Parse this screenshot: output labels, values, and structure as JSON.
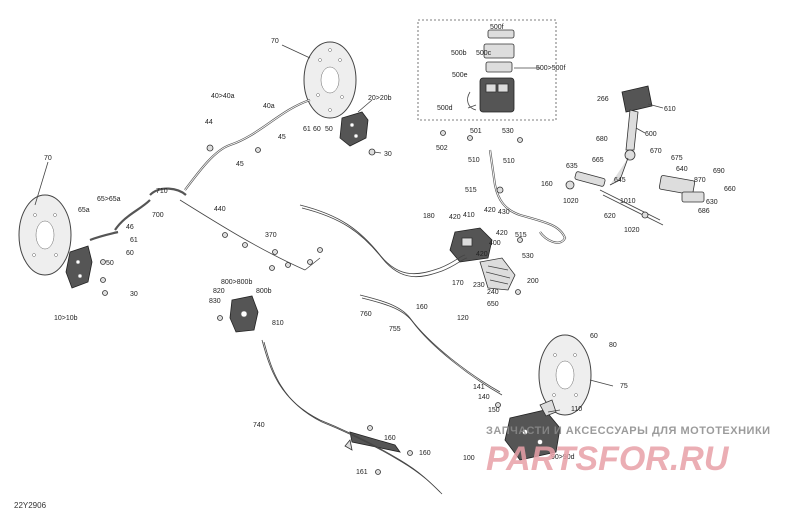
{
  "diagram": {
    "reference_code": "22Y2906",
    "watermark": {
      "tagline": "ЗАПЧАСТИ И АКСЕССУАРЫ ДЛЯ МОТОТЕХНИКИ",
      "logo": "PARTSFOR.RU",
      "color": "#e8a0a8"
    },
    "callouts": [
      {
        "id": "c70a",
        "text": "70"
      },
      {
        "id": "c70b",
        "text": "70"
      },
      {
        "id": "c40",
        "text": "40>40a"
      },
      {
        "id": "c40a",
        "text": "40a"
      },
      {
        "id": "c44",
        "text": "44"
      },
      {
        "id": "c45a",
        "text": "45"
      },
      {
        "id": "c45b",
        "text": "45"
      },
      {
        "id": "c61a",
        "text": "61"
      },
      {
        "id": "c60a",
        "text": "60"
      },
      {
        "id": "c50a",
        "text": "50"
      },
      {
        "id": "c20",
        "text": "20>20b"
      },
      {
        "id": "c30a",
        "text": "30"
      },
      {
        "id": "c65",
        "text": "65>65a"
      },
      {
        "id": "c65a",
        "text": "65a"
      },
      {
        "id": "c710",
        "text": "710"
      },
      {
        "id": "c700",
        "text": "700"
      },
      {
        "id": "c46",
        "text": "46"
      },
      {
        "id": "c61b",
        "text": "61"
      },
      {
        "id": "c60b",
        "text": "60"
      },
      {
        "id": "c50b",
        "text": "50"
      },
      {
        "id": "c30b",
        "text": "30"
      },
      {
        "id": "c10",
        "text": "10>10b"
      },
      {
        "id": "c440",
        "text": "440"
      },
      {
        "id": "c370",
        "text": "370"
      },
      {
        "id": "c500f",
        "text": "500f"
      },
      {
        "id": "c500b",
        "text": "500b"
      },
      {
        "id": "c500c",
        "text": "500c"
      },
      {
        "id": "c500e",
        "text": "500e"
      },
      {
        "id": "c500d",
        "text": "500d"
      },
      {
        "id": "c500",
        "text": "500>500f"
      },
      {
        "id": "c501",
        "text": "501"
      },
      {
        "id": "c502",
        "text": "502"
      },
      {
        "id": "c530a",
        "text": "530"
      },
      {
        "id": "c510a",
        "text": "510"
      },
      {
        "id": "c510b",
        "text": "510"
      },
      {
        "id": "c515a",
        "text": "515"
      },
      {
        "id": "c515b",
        "text": "515"
      },
      {
        "id": "c530b",
        "text": "530"
      },
      {
        "id": "c180",
        "text": "180"
      },
      {
        "id": "c420a",
        "text": "420"
      },
      {
        "id": "c410",
        "text": "410"
      },
      {
        "id": "c420b",
        "text": "420"
      },
      {
        "id": "c430",
        "text": "430"
      },
      {
        "id": "c420c",
        "text": "420"
      },
      {
        "id": "c400",
        "text": "400"
      },
      {
        "id": "c420d",
        "text": "420"
      },
      {
        "id": "c170",
        "text": "170"
      },
      {
        "id": "c230",
        "text": "230"
      },
      {
        "id": "c240",
        "text": "240"
      },
      {
        "id": "c200",
        "text": "200"
      },
      {
        "id": "c650",
        "text": "650"
      },
      {
        "id": "c266",
        "text": "266"
      },
      {
        "id": "c610",
        "text": "610"
      },
      {
        "id": "c600",
        "text": "600"
      },
      {
        "id": "c680",
        "text": "680"
      },
      {
        "id": "c670",
        "text": "670"
      },
      {
        "id": "c635",
        "text": "635"
      },
      {
        "id": "c665",
        "text": "665"
      },
      {
        "id": "c645",
        "text": "645"
      },
      {
        "id": "c675",
        "text": "675"
      },
      {
        "id": "c640",
        "text": "640"
      },
      {
        "id": "c690",
        "text": "690"
      },
      {
        "id": "c870",
        "text": "870"
      },
      {
        "id": "c660",
        "text": "660"
      },
      {
        "id": "c160a",
        "text": "160"
      },
      {
        "id": "c1020a",
        "text": "1020"
      },
      {
        "id": "c1010",
        "text": "1010"
      },
      {
        "id": "c620",
        "text": "620"
      },
      {
        "id": "c1020b",
        "text": "1020"
      },
      {
        "id": "c630",
        "text": "630"
      },
      {
        "id": "c686",
        "text": "686"
      },
      {
        "id": "c800",
        "text": "800>800b"
      },
      {
        "id": "c820",
        "text": "820"
      },
      {
        "id": "c800b",
        "text": "800b"
      },
      {
        "id": "c830",
        "text": "830"
      },
      {
        "id": "c810",
        "text": "810"
      },
      {
        "id": "c760",
        "text": "760"
      },
      {
        "id": "c160b",
        "text": "160"
      },
      {
        "id": "c755",
        "text": "755"
      },
      {
        "id": "c120",
        "text": "120"
      },
      {
        "id": "c740",
        "text": "740"
      },
      {
        "id": "c160c",
        "text": "160"
      },
      {
        "id": "c160d",
        "text": "160"
      },
      {
        "id": "c161",
        "text": "161"
      },
      {
        "id": "c60c",
        "text": "60"
      },
      {
        "id": "c80",
        "text": "80"
      },
      {
        "id": "c75",
        "text": "75"
      },
      {
        "id": "c141",
        "text": "141"
      },
      {
        "id": "c140",
        "text": "140"
      },
      {
        "id": "c150",
        "text": "150"
      },
      {
        "id": "c110",
        "text": "110"
      },
      {
        "id": "c100",
        "text": "100"
      },
      {
        "id": "c90",
        "text": "90>90d"
      }
    ]
  }
}
